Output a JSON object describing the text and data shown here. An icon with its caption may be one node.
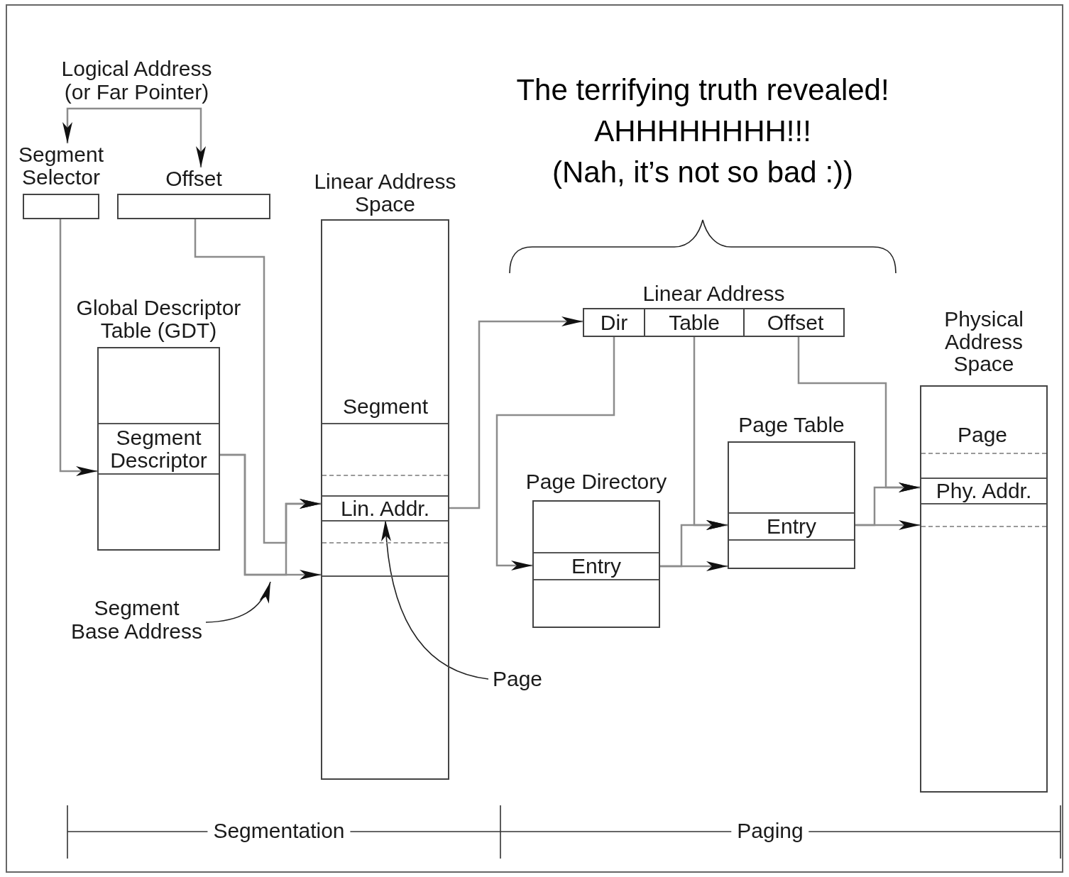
{
  "diagram": {
    "nodes": [
      {
        "text": [
          "Logical Address (or Far Pointer)"
        ]
      },
      {
        "text": [
          "Segment Selector"
        ]
      },
      {
        "text": [
          "Offset"
        ]
      },
      {
        "text": [
          "Global Descriptor Table (GDT)"
        ]
      },
      {
        "text": [
          "Segment Descriptor"
        ],
        "in": 3
      },
      {
        "text": [
          "Linear Address Space"
        ]
      },
      {
        "text": [
          "Lin. Addr."
        ],
        "in": 5
      },
      {
        "text": [
          "Linear Address"
        ]
      },
      {
        "text": [
          "Dir"
        ],
        "in": 7
      },
      {
        "text": [
          "Table"
        ],
        "in": 7
      },
      {
        "text": [
          "Offset"
        ],
        "in": 7
      },
      {
        "text": [
          "Page Directory"
        ]
      },
      {
        "text": [
          "Entry"
        ],
        "in": 11
      },
      {
        "text": [
          "Page Table"
        ]
      },
      {
        "text": [
          "Entry"
        ],
        "in": 13
      },
      {
        "text": [
          "Physical Address Space"
        ]
      },
      {
        "text": [
          "Phy. Addr."
        ],
        "in": 15
      },
      {
        "text": [
          "Segment Base Address"
        ]
      },
      {
        "text": [
          "Page"
        ]
      }
    ],
    "edges": [
      {
        "from": 0,
        "to": 1,
        "arrow": "to"
      },
      {
        "from": 0,
        "to": 2,
        "arrow": "to"
      },
      {
        "from": 1,
        "to": 4,
        "arrow": "to"
      },
      {
        "from": 4,
        "to": 5,
        "arrow": "to"
      },
      {
        "from": 4,
        "to": 6,
        "arrow": "to"
      },
      {
        "from": 2,
        "to": 6,
        "arrow": "to"
      },
      {
        "from": 6,
        "to": 7,
        "arrow": "to"
      },
      {
        "from": 8,
        "to": 12,
        "arrow": "to"
      },
      {
        "from": 12,
        "to": 14,
        "arrow": "to"
      },
      {
        "from": 12,
        "to": 13,
        "arrow": "to"
      },
      {
        "from": 9,
        "to": 14,
        "arrow": "to"
      },
      {
        "from": 10,
        "to": 16,
        "arrow": "to"
      },
      {
        "from": 14,
        "to": 16,
        "arrow": "to"
      },
      {
        "from": 14,
        "to": 15,
        "arrow": "to"
      },
      {
        "from": 17,
        "to": null,
        "arrow": "to",
        "color": "#222222"
      },
      {
        "from": 18,
        "to": 6,
        "arrow": "to",
        "color": "#222222"
      }
    ],
    "labels": [
      "Segment",
      "The terrifying truth revealed!",
      "AHHHHHHHH!!!",
      "(Nah, it’s not so bad :))",
      "Page",
      "Segmentation",
      "Paging"
    ]
  }
}
